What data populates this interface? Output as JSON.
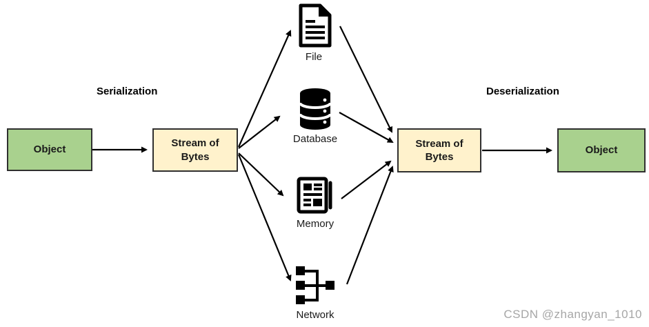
{
  "diagram": {
    "title_implicit": "Serialization and Deserialization flow",
    "serialization_label": "Serialization",
    "deserialization_label": "Deserialization",
    "left_object": {
      "label": "Object"
    },
    "left_stream": {
      "label": "Stream of Bytes"
    },
    "right_stream": {
      "label": "Stream of Bytes"
    },
    "right_object": {
      "label": "Object"
    },
    "targets": [
      {
        "id": "file",
        "icon": "file-icon",
        "label": "File"
      },
      {
        "id": "database",
        "icon": "database-icon",
        "label": "Database"
      },
      {
        "id": "memory",
        "icon": "memory-icon",
        "label": "Memory"
      },
      {
        "id": "network",
        "icon": "network-icon",
        "label": "Network"
      }
    ],
    "colors": {
      "object_fill": "#a9d18e",
      "stream_fill": "#fff2cc",
      "box_border": "#2f2f2f",
      "arrow": "#000000",
      "icon": "#000000",
      "background": "#ffffff"
    }
  },
  "watermark": {
    "text": "CSDN @zhangyan_1010",
    "color": "#a6a6a6"
  }
}
